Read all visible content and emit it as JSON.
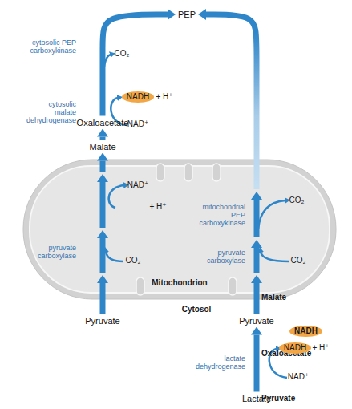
{
  "diagram": {
    "nodes": [
      {
        "text": [
          "PEP"
        ]
      },
      {
        "text": [
          "NADH"
        ]
      },
      {
        "text": [
          "Oxaloacetate"
        ]
      },
      {
        "text": [
          "Malate"
        ]
      },
      {
        "text": [
          "Mitochondrion"
        ]
      },
      {
        "text": [
          "Malate"
        ],
        "in": 4
      },
      {
        "text": [
          "PEP"
        ],
        "in": 4
      },
      {
        "text": [
          "NADH"
        ],
        "in": 4
      },
      {
        "text": [
          "Oxaloacetate"
        ],
        "in": 4
      },
      {
        "text": [
          "Oxaloacetate"
        ],
        "in": 4
      },
      {
        "text": [
          "Pyruvate"
        ],
        "in": 4
      },
      {
        "text": [
          "Pyruvate"
        ],
        "in": 4
      },
      {
        "text": [
          "Pyruvate"
        ]
      },
      {
        "text": [
          "Pyruvate"
        ]
      },
      {
        "text": [
          "NADH"
        ]
      },
      {
        "text": [
          "Lactate"
        ]
      }
    ],
    "edges": [
      {
        "from": 2,
        "to": 0,
        "arrow": "to",
        "label": "cytosolic PEP carboxykinase"
      },
      {
        "from": 3,
        "to": 2,
        "arrow": "to",
        "label": "cytosolic malate dehydrogenase"
      },
      {
        "from": 5,
        "to": 3,
        "arrow": "to"
      },
      {
        "from": 8,
        "to": 5,
        "arrow": "to"
      },
      {
        "from": 10,
        "to": 8,
        "arrow": "to",
        "label": "pyruvate carboxylase"
      },
      {
        "from": 12,
        "to": 10,
        "arrow": "to"
      },
      {
        "from": 6,
        "to": 0,
        "arrow": "to"
      },
      {
        "from": 9,
        "to": 6,
        "arrow": "to",
        "label": "mitochondrial PEP carboxykinase"
      },
      {
        "from": 11,
        "to": 9,
        "arrow": "to",
        "label": "pyruvate carboxylase"
      },
      {
        "from": 13,
        "to": 11,
        "arrow": "to"
      },
      {
        "from": 15,
        "to": 13,
        "arrow": "to",
        "label": "lactate dehydrogenase"
      }
    ],
    "labels": [
      "CO₂",
      "+ H⁺",
      "NAD⁺",
      "NAD⁺",
      "+ H⁺",
      "CO₂",
      "CO₂",
      "CO₂",
      "Cytosol",
      "+ H⁺",
      "NAD⁺"
    ]
  }
}
